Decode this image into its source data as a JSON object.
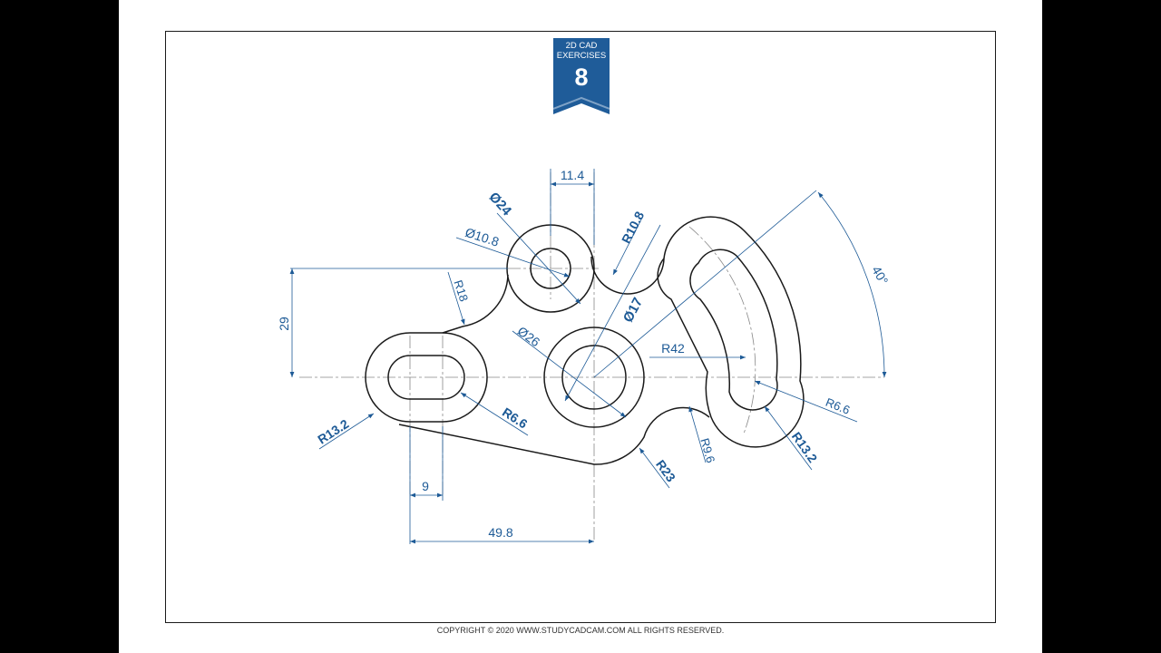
{
  "badge": {
    "line1": "2D CAD",
    "line2": "EXERCISES",
    "number": "8"
  },
  "colors": {
    "dimension": "#1d5a96",
    "badge": "#1f5c99",
    "outline": "#1a1a1a",
    "centerline": "#888888"
  },
  "dimensions": {
    "width_11_4": "11.4",
    "dia_24": "Ø24",
    "dia_10_8": "Ø10.8",
    "r_10_8": "R10.8",
    "angle_40": "40°",
    "r_18": "R18",
    "height_29": "29",
    "dia_17": "Ø17",
    "dia_26": "Ø26",
    "r_42": "R42",
    "r_13_2_left": "R13.2",
    "r_6_6_left": "R6.6",
    "r_6_6_right": "R6.6",
    "r_9_6": "R9.6",
    "r_13_2_right": "R13.2",
    "r_23": "R23",
    "width_9": "9",
    "width_49_8": "49.8"
  },
  "copyright": "COPYRIGHT © 2020 WWW.STUDYCADCAM.COM ALL RIGHTS RESERVED."
}
